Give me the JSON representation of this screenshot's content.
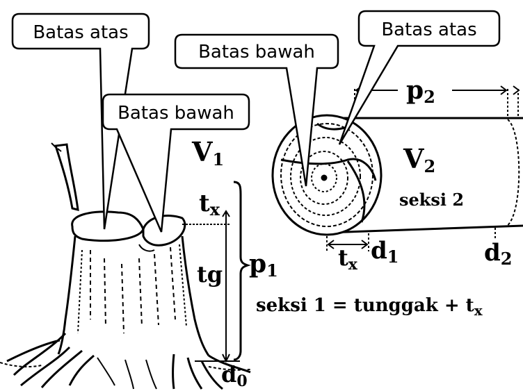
{
  "callouts": {
    "stump_upper": "Batas atas",
    "stump_lower": "Batas bawah",
    "log_lower": "Batas bawah",
    "log_upper": "Batas atas"
  },
  "labels": {
    "v1_main": "V",
    "v1_sub": "1",
    "v2_main": "V",
    "v2_sub": "2",
    "tx_main": "t",
    "tx_sub": "x",
    "tg": "tg",
    "p1_main": "p",
    "p1_sub": "1",
    "p2_main": "p",
    "p2_sub": "2",
    "d0_main": "d",
    "d0_sub": "0",
    "d1_main": "d",
    "d1_sub": "1",
    "d2_main": "d",
    "d2_sub": "2",
    "tx2_main": "t",
    "tx2_sub": "x",
    "seksi2": "seksi 2",
    "seksi1_text": "seksi 1 = tunggak + t",
    "seksi1_sub": "x"
  }
}
